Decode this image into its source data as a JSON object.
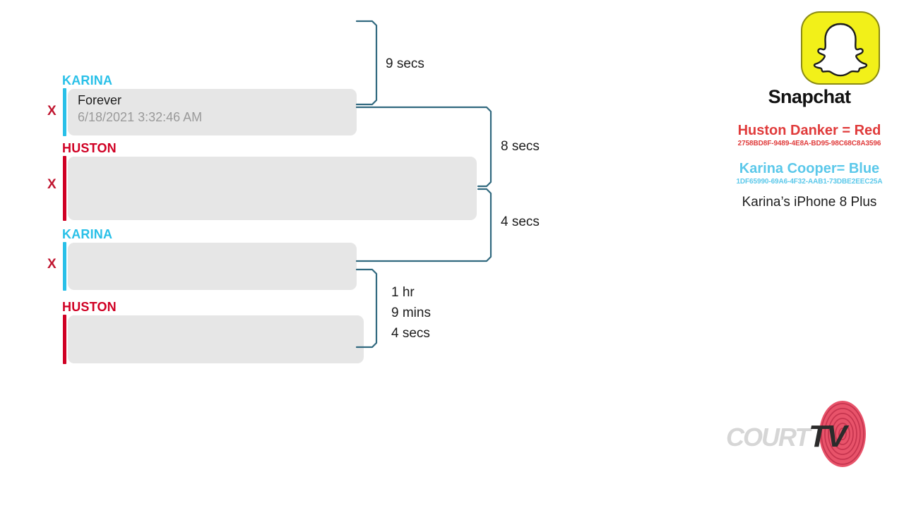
{
  "conversation": {
    "rows": [
      {
        "sender": "KARINA",
        "sender_color": "#29c0e8",
        "body": "Forever",
        "timestamp": "6/18/2021 3:32:46 AM",
        "deleted_marker": "X"
      },
      {
        "sender": "HUSTON",
        "sender_color": "#d00024",
        "body": "",
        "timestamp": "",
        "deleted_marker": "X"
      },
      {
        "sender": "KARINA",
        "sender_color": "#29c0e8",
        "body": "",
        "timestamp": "",
        "deleted_marker": "X"
      },
      {
        "sender": "HUSTON",
        "sender_color": "#d00024",
        "body": "",
        "timestamp": "",
        "deleted_marker": ""
      }
    ]
  },
  "intervals": [
    {
      "label": "9 secs"
    },
    {
      "label": "8 secs"
    },
    {
      "label": "4 secs"
    },
    {
      "label": "1 hr\n9 mins\n4 secs"
    }
  ],
  "legend": {
    "app_name": "Snapchat",
    "app_icon": "snapchat-ghost-icon",
    "brand_color": "#f2f019",
    "entries": [
      {
        "name": "Huston Danker = Red",
        "guid": "2758BD8F-9489-4E8A-BD95-98C68C8A3596",
        "color": "#e03b3b"
      },
      {
        "name": "Karina Cooper= Blue",
        "guid": "1DF65990-69A6-4F32-AAB1-73DBE2EEC25A",
        "color": "#5bc8ea"
      }
    ],
    "device": "Karina’s iPhone 8 Plus"
  },
  "watermark": {
    "court_text": "COURT",
    "tv_text": "TV",
    "icon": "fingerprint-icon"
  }
}
